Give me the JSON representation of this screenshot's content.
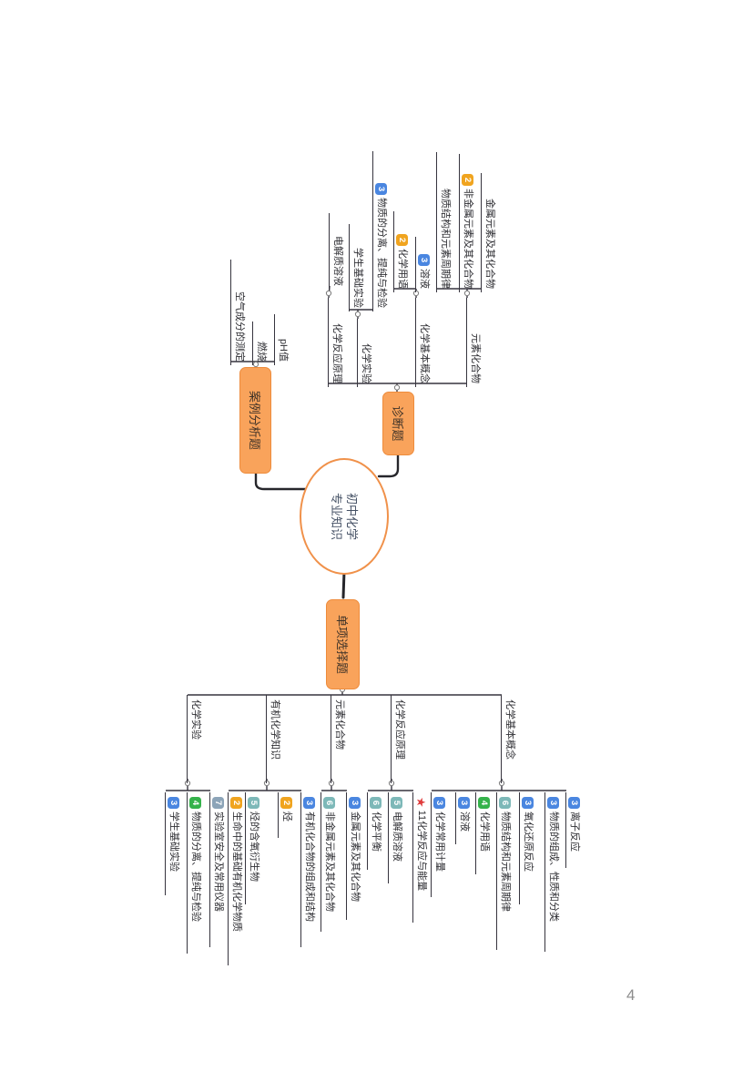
{
  "page_number": "4",
  "root": {
    "line1": "初中化学",
    "line2": "专业知识"
  },
  "icons": {
    "star": "★"
  },
  "colors": {
    "branch_fill": "#f9a35b",
    "branch_border": "#ee8c3c",
    "root_border": "#f0914a",
    "line": "#36343e",
    "badge_amber": "#f0a41f",
    "badge_blue": "#4a86e0",
    "badge_green": "#35b24b",
    "badge_teal": "#7db8b8",
    "badge_slate": "#8ca4b8",
    "star_red": "#e03c3c"
  },
  "branches": {
    "diagnosis": {
      "label": "诊断题",
      "children": [
        {
          "label": "元素化合物",
          "children": [
            {
              "label": "金属元素及其化合物"
            },
            {
              "badge": "2",
              "label": "非金属元素及其化合物"
            },
            {
              "label": "物质结构和元素周期律"
            }
          ]
        },
        {
          "label": "化学基本概念",
          "children": [
            {
              "badge": "3",
              "label": "溶液"
            },
            {
              "badge": "2",
              "label": "化学用语"
            }
          ]
        },
        {
          "label": "化学实验",
          "children": [
            {
              "badge": "3",
              "label": "物质的分离、提纯与检验"
            },
            {
              "label": "学生基础实验"
            }
          ]
        },
        {
          "label": "化学反应原理",
          "children": [
            {
              "label": "电解质溶液"
            }
          ]
        }
      ]
    },
    "case_analysis": {
      "label": "案例分析题",
      "children": [
        {
          "label": "pH值"
        },
        {
          "label": "燃烧"
        },
        {
          "label": "空气成分的测定"
        }
      ]
    },
    "single_choice": {
      "label": "单项选择题",
      "children": [
        {
          "label": "化学基本概念",
          "children": [
            {
              "badge": "3",
              "label": "离子反应"
            },
            {
              "badge": "3",
              "label": "物质的组成、性质和分类"
            },
            {
              "badge": "3",
              "label": "氧化还原反应"
            },
            {
              "badge": "6",
              "label": "物质结构和元素周期律"
            },
            {
              "badge": "4",
              "label": "化学用语"
            },
            {
              "badge": "3",
              "label": "溶液"
            },
            {
              "badge": "3",
              "label": "化学常用计量"
            }
          ]
        },
        {
          "label": "化学反应原理",
          "children": [
            {
              "icon": "star",
              "label": "11化学反应与能量"
            },
            {
              "badge": "5",
              "label": "电解质溶液"
            },
            {
              "badge": "6",
              "label": "化学平衡"
            }
          ]
        },
        {
          "label": "元素化合物",
          "children": [
            {
              "badge": "3",
              "label": "金属元素及其化合物"
            },
            {
              "badge": "6",
              "label": "非金属元素及其化合物"
            }
          ]
        },
        {
          "label": "有机化学知识",
          "children": [
            {
              "badge": "3",
              "label": "有机化合物的组成和结构"
            },
            {
              "badge": "2",
              "label": "烃"
            },
            {
              "badge": "5",
              "label": "烃的含氧衍生物"
            },
            {
              "badge": "2",
              "label": "生命中的基础有机化学物质"
            }
          ]
        },
        {
          "label": "化学实验",
          "children": [
            {
              "badge": "7",
              "label": "实验室安全及常用仪器"
            },
            {
              "badge": "4",
              "label": "物质的分离、提纯与检验"
            },
            {
              "badge": "3",
              "label": "学生基础实验"
            }
          ]
        }
      ]
    }
  }
}
